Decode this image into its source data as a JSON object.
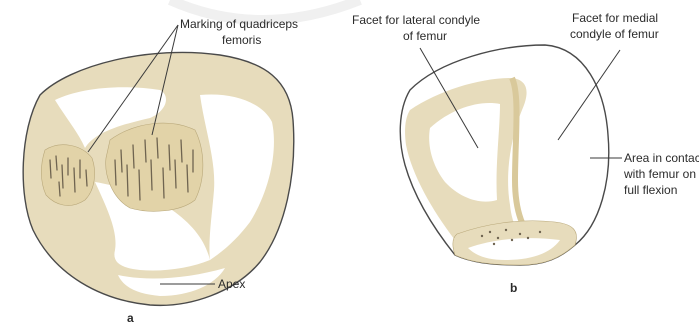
{
  "figure_a": {
    "labels": {
      "quadriceps_line1": "Marking of quadriceps",
      "quadriceps_line2": "femoris",
      "apex": "Apex"
    },
    "panel_letter": "a"
  },
  "figure_b": {
    "labels": {
      "lateral_line1": "Facet for lateral condyle",
      "lateral_line2": "of femur",
      "medial_line1": "Facet for medial",
      "medial_line2": "condyle of femur",
      "contact_line1": "Area in contact",
      "contact_line2": "with femur on",
      "contact_line3": "full flexion"
    },
    "panel_letter": "b"
  },
  "colors": {
    "bone_fill": "#e7dcbc",
    "bone_dark": "#d9c99b",
    "outline": "#4a4a4a",
    "background": "#ffffff"
  }
}
